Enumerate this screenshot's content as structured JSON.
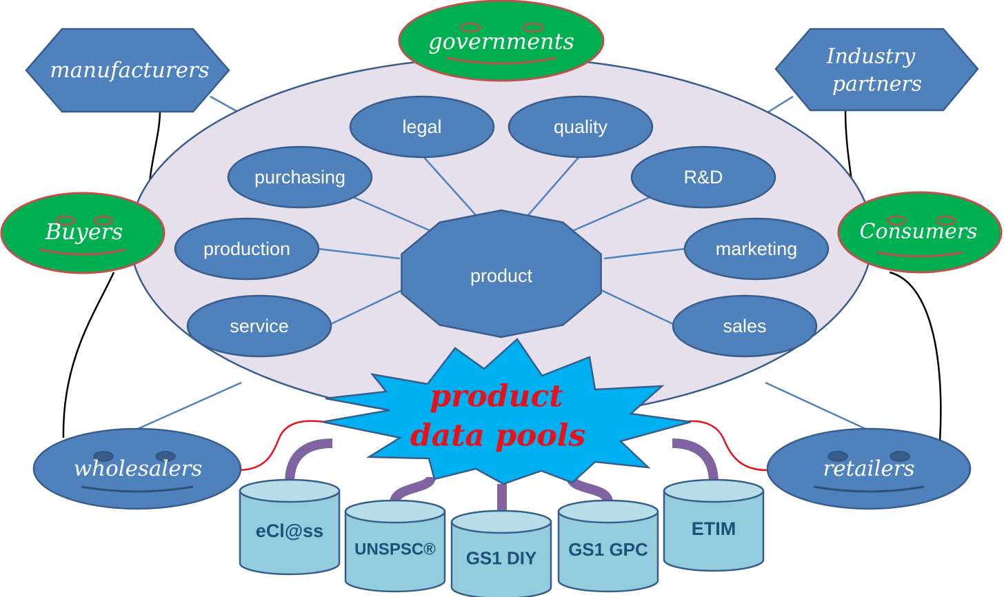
{
  "colors": {
    "node_blue": "#4f81bd",
    "node_stroke": "#385d8a",
    "big_ellipse_fill": "#e6e0ec",
    "green": "#00b050",
    "green_stroke": "#c0504d",
    "starburst": "#00b0f0",
    "db_fill": "#93cddd",
    "db_top": "#b7dee8",
    "connector_purple": "#8064a2",
    "connector_red": "#e8111b"
  },
  "center": {
    "label": "product"
  },
  "departments": [
    {
      "key": "legal",
      "label": "legal"
    },
    {
      "key": "quality",
      "label": "quality"
    },
    {
      "key": "purchasing",
      "label": "purchasing"
    },
    {
      "key": "rnd",
      "label": "R&D"
    },
    {
      "key": "production",
      "label": "production"
    },
    {
      "key": "marketing",
      "label": "marketing"
    },
    {
      "key": "service",
      "label": "service"
    },
    {
      "key": "sales",
      "label": "sales"
    }
  ],
  "stakeholders": {
    "manufacturers": "manufacturers",
    "governments": "governments",
    "industry_partners_line1": "Industry",
    "industry_partners_line2": "partners",
    "buyers": "Buyers",
    "consumers": "Consumers",
    "wholesalers": "wholesalers",
    "retailers": "retailers"
  },
  "data_pools": {
    "line1": "product",
    "line2": "data pools"
  },
  "classifications": [
    {
      "key": "eclass",
      "label": "eCl@ss"
    },
    {
      "key": "unspsc",
      "label": "UNSPSC®"
    },
    {
      "key": "gs1diy",
      "label": "GS1 DIY"
    },
    {
      "key": "gs1gpc",
      "label": "GS1 GPC"
    },
    {
      "key": "etim",
      "label": "ETIM"
    }
  ]
}
